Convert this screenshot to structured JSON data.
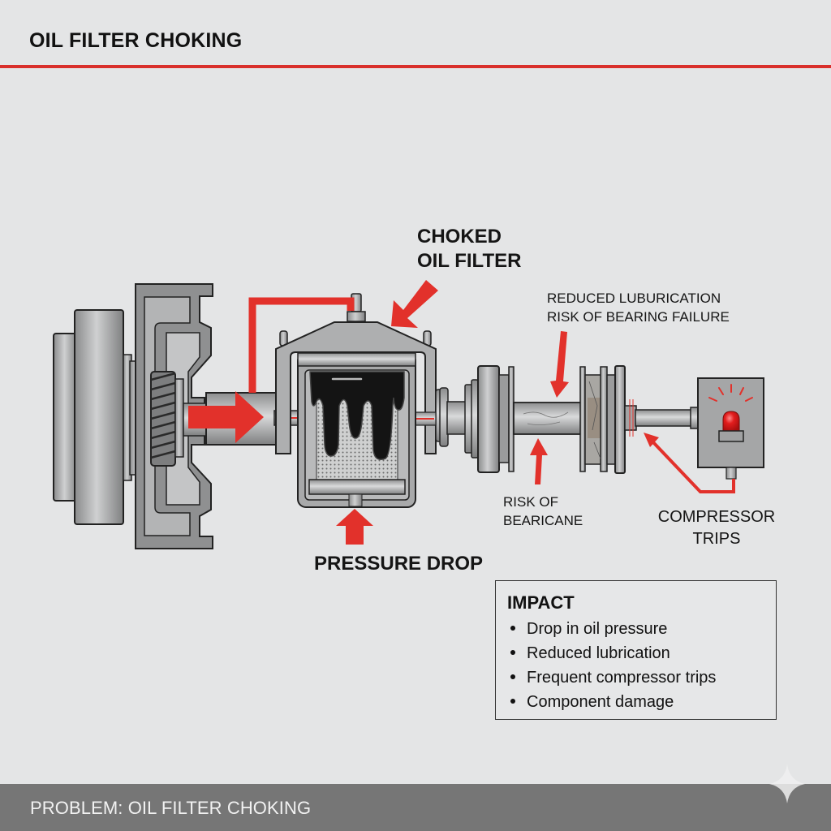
{
  "header": {
    "title": "OIL FILTER CHOKING",
    "accent_color": "#d9302c"
  },
  "diagram": {
    "labels": {
      "choked_filter": [
        "CHOKED",
        "OIL FILTER"
      ],
      "reduced_lubrication": [
        "REDUCED LUBURICATION",
        "RISK OF BEARING FAILURE"
      ],
      "risk_of_bearing": [
        "RISK OF",
        "BEARICANE"
      ],
      "compressor_trips": [
        "COMPRESSOR",
        "TRIPS"
      ],
      "pressure_drop": "PRESSURE DROP"
    },
    "components": [
      "drive-pulley",
      "gear-housing",
      "helical-gear",
      "inlet-pipe",
      "oil-filter",
      "clogged-element",
      "bearing-assembly",
      "damaged-bearing",
      "shaft",
      "trip-switch",
      "warning-light"
    ],
    "colors": {
      "arrow": "#e2312b",
      "metal": "#a9aaab",
      "sludge": "#151515",
      "alarm": "#e02020"
    }
  },
  "impact": {
    "heading": "IMPACT",
    "items": [
      "Drop in oil pressure",
      "Reduced lubrication",
      "Frequent compressor trips",
      "Component damage"
    ]
  },
  "footer": {
    "text": "PROBLEM: OIL FILTER CHOKING",
    "background": "#767676"
  }
}
